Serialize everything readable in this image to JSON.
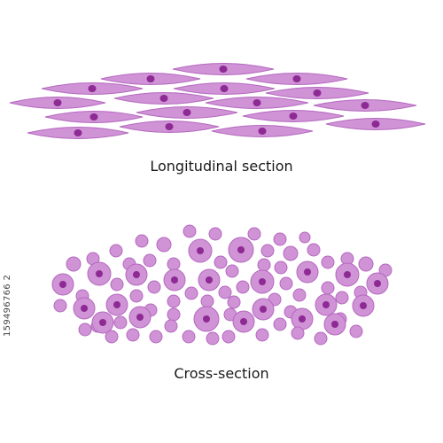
{
  "labels": {
    "longitudinal": "Longitudinal section",
    "cross": "Cross-section"
  },
  "side_text": "159496766 2",
  "colors": {
    "cell_fill": "#cf93d6",
    "cell_stroke": "#b569bf",
    "nucleus": "#8e2a93",
    "background": "#ffffff"
  }
}
